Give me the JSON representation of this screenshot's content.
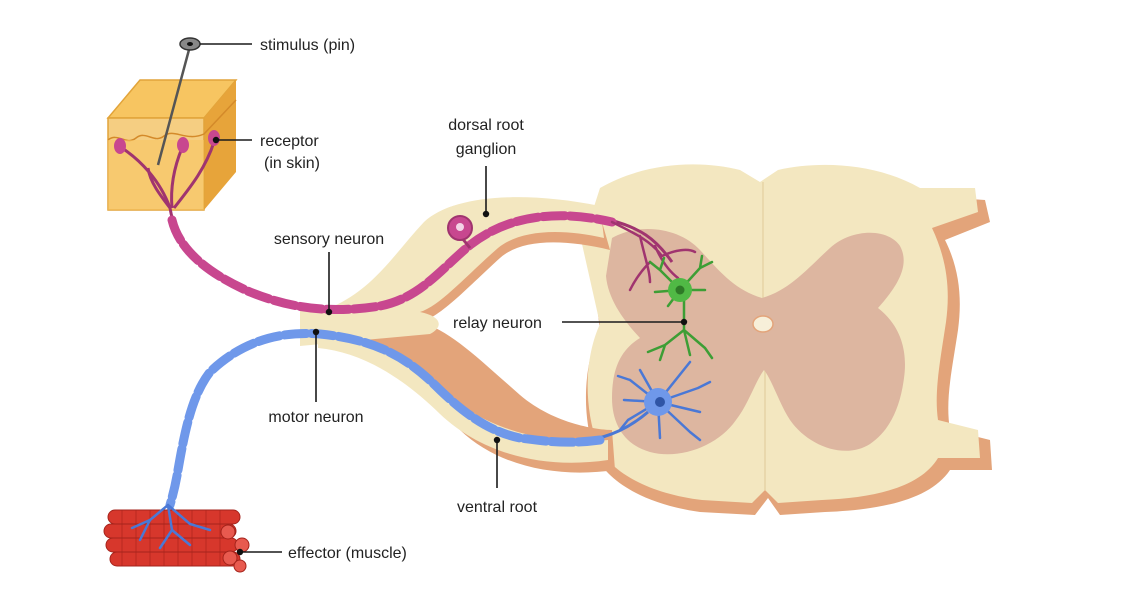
{
  "labels": {
    "stimulus": "stimulus (pin)",
    "receptor_line1": "receptor",
    "receptor_line2": "(in skin)",
    "dorsal_line1": "dorsal root",
    "dorsal_line2": "ganglion",
    "sensory": "sensory neuron",
    "relay": "relay neuron",
    "motor": "motor neuron",
    "ventral": "ventral root",
    "effector": "effector (muscle)"
  },
  "colors": {
    "cord_cream": "#F3E7C0",
    "cord_shadow": "#E3A47A",
    "grey_matter": "#DDB6A0",
    "sensory": "#A0346F",
    "sensory_light": "#C8478F",
    "motor": "#4A78D6",
    "motor_light": "#6F98EA",
    "relay": "#3D9E35",
    "skin": "#F7C561",
    "skin_dark": "#E7A43A",
    "muscle": "#D7372C"
  }
}
